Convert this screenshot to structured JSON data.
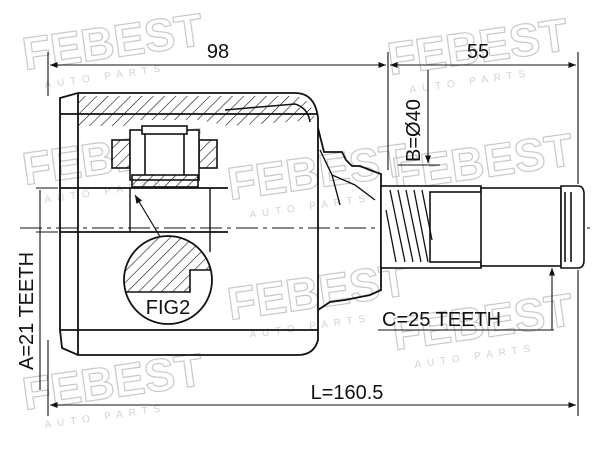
{
  "watermark": {
    "brand": "FEBEST",
    "tagline": "AUTO PARTS"
  },
  "dimensions": {
    "housing_length": "98",
    "stem_length": "55",
    "outer_diameter": "B=Ø40",
    "spline_outer": "C=25 TEETH",
    "spline_inner": "A=21 TEETH",
    "total_length": "L=160.5"
  },
  "figure_label": "FIG2",
  "colors": {
    "line": "#111111",
    "watermark": "#c9c9c9"
  }
}
